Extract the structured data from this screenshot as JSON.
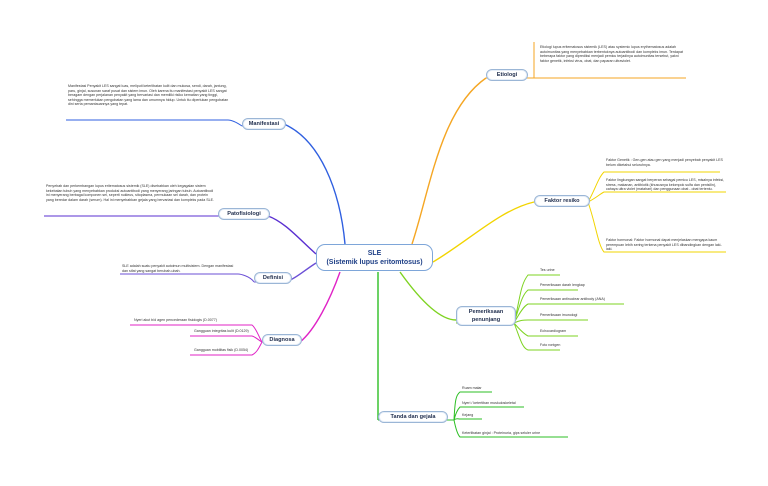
{
  "central": {
    "line1": "SLE",
    "line2": "(Sistemik lupus eritomtosus)"
  },
  "colors": {
    "etiologi": "#f5a623",
    "faktor": "#f2d400",
    "pemeriksaan": "#7ed321",
    "tanda": "#2dbf24",
    "diagnosa": "#e023c6",
    "definisi": "#6b4fd6",
    "patofisiologi": "#5a2fd1",
    "manifestasi": "#2f5fe0"
  },
  "branches": {
    "etiologi": {
      "label": "Etiologi",
      "note": "Etiologi lupus eritematosus sistemik (LES) atau systemic lupus erythematosus adalah autoimunitas yang menyebabkan terbentuknya autoantibodi dan kompleks imun. Terdapat beberapa faktor yang diprediksi menjadi pemicu terjadinya autoimunitas tersebut, yakni faktor genetik, infeksi virus, obat, dan paparan ultraviolet."
    },
    "faktor": {
      "label": "Faktor resiko",
      "items": [
        "Faktor Genetik : Gen-gen atau gen yang menjadi penyebab penyakit LES belum diketahui seluruhnya.",
        "Faktor lingkungan sangat berperan sebagai pemicu LES, misalnya infeksi, stress, makanan, antibiotik (khususnya kelompok sulfa dan penisilin), cahaya ultra violet (matahari) dan penggunaan obat - obat tertentu.",
        "Faktor hormonal: Faktor hormonal dapat menjelaskan mengapa kaum perempuan lebih sering terkena penyakit LES dibandingkan dengan laki-laki."
      ]
    },
    "pemeriksaan": {
      "label": "Pemeriksaan penunjang",
      "items": [
        "Tes urine",
        "Pemeriksaan darah lengkap",
        "Pemeriksaan antinuclear antibody (ANA)",
        "Pemeriksaan imunologi",
        "Echocardiogram",
        "Foto rontgen"
      ]
    },
    "tanda": {
      "label": "Tanda dan gejala",
      "items": [
        "Ruam malar",
        "Nyeri / ketertiban muskuloskeletal",
        "Kejang",
        "Keterlibatan ginjal : Proteinuria, gips seluler urine"
      ]
    },
    "diagnosa": {
      "label": "Diagnosa",
      "items": [
        "Nyeri akut b/d agen pencederaan fisiologis (D.0077)",
        "Gangguan integritas kulit (D.0129)",
        "Gangguan mobilitas fisik (D.0054)"
      ]
    },
    "definisi": {
      "label": "Definisi",
      "note": "SLE adalah suatu penyakit autoimun multisistem. Dengan manifestasi dan sifat yang sangat berubah-ubah."
    },
    "patofisiologi": {
      "label": "Patofisiologi",
      "note": "Penyebab dan perkembangan lupus eritematosus sistemik (SLE) disebabkan oleh kegagalan sistem kekebalan tubuh yang menyebabkan produksi autoantibodi yang menyerang jaringan tubuh. Autoantibodi ini menyerang berbagai komponen sel, seperti nukleus, sitoplasma, permukaan sel darah, dan protein yang beredar dalam darah (serum). Hal ini menyebabkan gejala yang bervariasi dan kompleks pada SLE."
    },
    "manifestasi": {
      "label": "Manifestasi",
      "note": "Manifestasi Penyakit LES sangat luas, meliputi keterlibatan kulit dan mukosa, sendi, darah, jantung, paru, ginjal, susunan saraf pusat dan sistem imun. Oleh karena itu manifestasi penyakit LES sangat beragam dengan perjalanan penyakit yang bervariasi dan memiliki risiko kematian yang tinggi, sehingga memerlukan pengobatan yang lama dan umumnya hidup. Untuk itu diperlukan pengobatan dini serta pemantauannya yang tepat."
    }
  }
}
